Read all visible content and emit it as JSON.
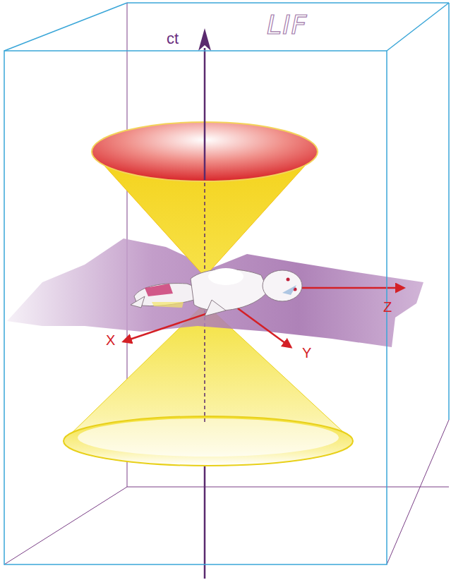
{
  "diagram": {
    "labels": [
      "LIF",
      "ct",
      "X",
      "Y",
      "Z"
    ]
  }
}
